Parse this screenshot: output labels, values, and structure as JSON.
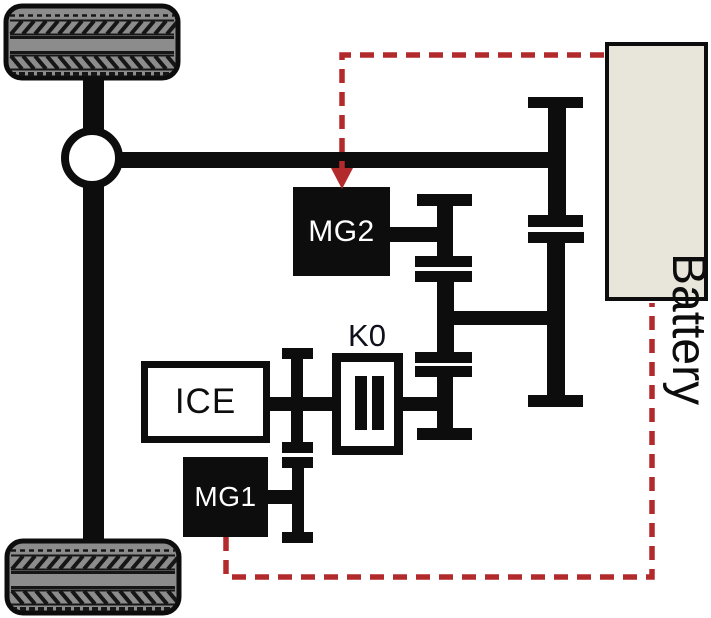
{
  "diagram": {
    "type": "hybrid-powertrain-schematic",
    "labels": {
      "ice": "ICE",
      "k0": "K0",
      "mg1": "MG1",
      "mg2": "MG2",
      "battery": "Battery"
    },
    "colors": {
      "ink": "#0d0d0d",
      "electrical_red": "#b22a2b",
      "battery_fill": "#e8e6da",
      "tire_gray": "#8c8c8c"
    }
  }
}
